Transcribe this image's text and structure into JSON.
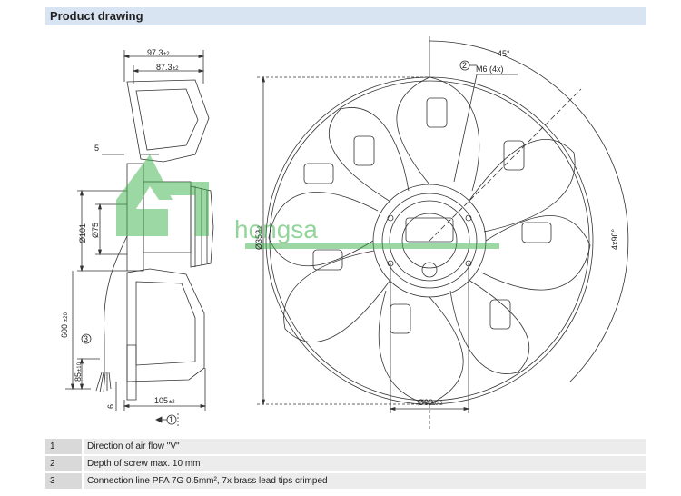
{
  "header": {
    "title": "Product drawing"
  },
  "side_view": {
    "width_overall": "97.3",
    "width_overall_tol": "±2",
    "width_body": "87.3",
    "width_body_tol": "±2",
    "offset": "5",
    "dia_hub": "Ø101",
    "dia_shaft": "Ø75",
    "cable_length": "600",
    "cable_length_tol": "±20",
    "lead_length": "85",
    "lead_length_tol": "±10",
    "bottom_offset": "6",
    "base_depth": "105",
    "base_depth_tol": "±2",
    "callout_cable": "3",
    "callout_airflow": "1"
  },
  "front_view": {
    "angle": "45°",
    "screw_callout": "2",
    "screw_spec": "M6 (4x)",
    "diameter": "Ø352",
    "diameter_tol": "±2",
    "bolt_angle": "4x90°",
    "bolt_circle": "Ø90",
    "bolt_circle_tol": "±0.2"
  },
  "watermark": {
    "text": "hongsa"
  },
  "legend": {
    "rows": [
      {
        "num": "1",
        "text": "Direction of air flow \"V\""
      },
      {
        "num": "2",
        "text": "Depth of screw max. 10 mm"
      },
      {
        "num": "3",
        "text": "Connection line PFA 7G 0.5mm², 7x brass lead tips crimped"
      }
    ]
  },
  "colors": {
    "header_bg": "#d9e4f2",
    "line": "#333333",
    "watermark": "#3cb24a"
  }
}
